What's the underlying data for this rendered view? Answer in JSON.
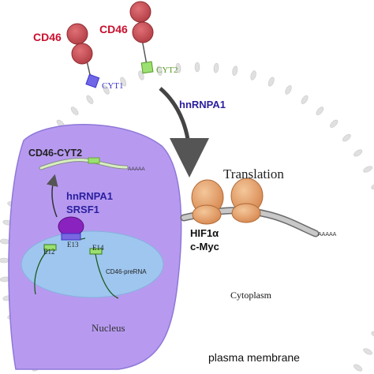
{
  "labels": {
    "cd46_left": "CD46",
    "cd46_right": "CD46",
    "cyt1": "CYT1",
    "cyt2": "CYT2",
    "hnrnpa1_top": "hnRNPA1",
    "translation": "Translation",
    "cd46_cyt2": "CD46-CYT2",
    "polya_nuclear": "AAAAA",
    "polya_cyto": "AAAAA",
    "hnrnpa1_nuc": "hnRNPA1",
    "srsf1": "SRSF1",
    "e12": "E12",
    "e13": "E13",
    "e14": "E14",
    "cd46_prerna": "CD46-preRNA",
    "hif1a": "HIF1α",
    "cmyc": "c-Myc",
    "cytoplasm": "Cytoplasm",
    "nucleus": "Nucleus",
    "plasma_membrane": "plasma membrane"
  },
  "colors": {
    "cd46_label": "#c8102e",
    "domain_fill": "#cf4f55",
    "domain_stroke": "#8e2a30",
    "cyt1_box": "#6f66e8",
    "cyt1_text": "#3b34c8",
    "cyt2_box": "#9be070",
    "cyt2_text": "#5a9a2a",
    "nucleus_fill": "#b79af0",
    "nucleolus_fill": "#9ec6ef",
    "hnrnpa1_text": "#2a1f9e",
    "srsf1_oval": "#8a22c0",
    "ribosome_fill": "#e0a070",
    "membrane_dot": "#e0e0e0"
  }
}
